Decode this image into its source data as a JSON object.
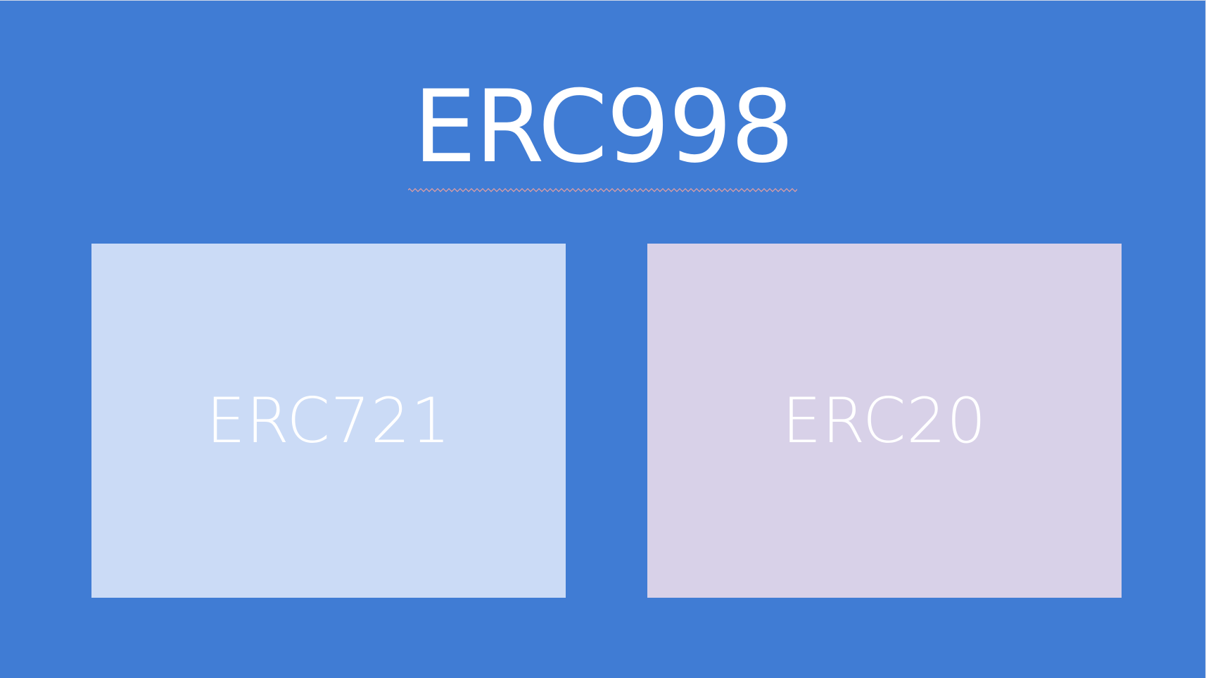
{
  "slide": {
    "title": "ERC998",
    "background_color": "#407cd4",
    "title_spellcheck_color": "#e8a0a0",
    "boxes": [
      {
        "label": "ERC721",
        "color": "#cbdbf6"
      },
      {
        "label": "ERC20",
        "color": "#d8d1e8"
      }
    ]
  }
}
